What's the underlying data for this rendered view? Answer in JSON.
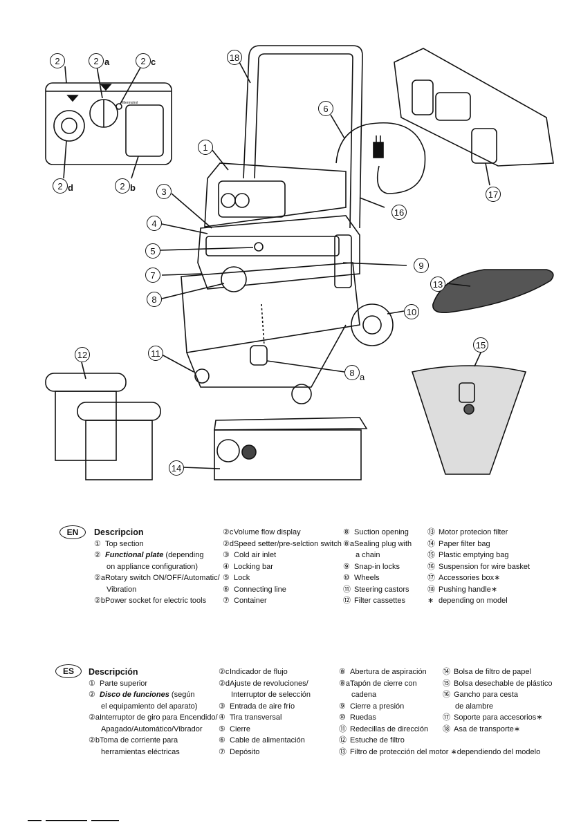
{
  "callouts": {
    "c2": "2",
    "c2a": "2",
    "c2c": "2",
    "c2d": "2",
    "c2b": "2",
    "c18": "18",
    "c6": "6",
    "c1": "1",
    "c3": "3",
    "c4": "4",
    "c5": "5",
    "c7": "7",
    "c8": "8",
    "c9": "9",
    "c16": "16",
    "c17": "17",
    "c13": "13",
    "c10": "10",
    "c12": "12",
    "c11": "11",
    "c8a": "8",
    "c15": "15",
    "c14": "14"
  },
  "suffix": {
    "a": "a",
    "c": "c",
    "d": "d",
    "b": "b",
    "a8": "a"
  },
  "panel_label": "filtermotrol",
  "en": {
    "badge": "EN",
    "title": "Descripcion",
    "col1": [
      {
        "n": "①",
        "t": "Top section"
      },
      {
        "n": "②",
        "em": "Functional plate",
        "t": " (depending"
      },
      {
        "n": "",
        "t": "on appliance configuration)"
      },
      {
        "n": "②a",
        "t": "Rotary switch ON/OFF/Automatic/"
      },
      {
        "n": "",
        "t": "Vibration"
      },
      {
        "n": "②b",
        "t": "Power socket for electric tools"
      }
    ],
    "col2": [
      {
        "n": "②c",
        "t": "Volume flow display"
      },
      {
        "n": "②d",
        "t": "Speed setter/pre-selction switch"
      },
      {
        "n": "③",
        "t": "Cold air inlet"
      },
      {
        "n": "④",
        "t": "Locking bar"
      },
      {
        "n": "⑤",
        "t": "Lock"
      },
      {
        "n": "⑥",
        "t": "Connecting line"
      },
      {
        "n": "⑦",
        "t": "Container"
      }
    ],
    "col3": [
      {
        "n": "⑧",
        "t": "Suction opening"
      },
      {
        "n": "⑧a",
        "t": "Sealing plug with"
      },
      {
        "n": "",
        "t": "a chain"
      },
      {
        "n": "⑨",
        "t": "Snap-in locks"
      },
      {
        "n": "⑩",
        "t": "Wheels"
      },
      {
        "n": "⑪",
        "t": "Steering castors"
      },
      {
        "n": "⑫",
        "t": "Filter cassettes"
      }
    ],
    "col4": [
      {
        "n": "⑬",
        "t": "Motor protecion filter"
      },
      {
        "n": "⑭",
        "t": "Paper filter bag"
      },
      {
        "n": "⑮",
        "t": "Plastic emptying bag"
      },
      {
        "n": "⑯",
        "t": "Suspension for wire basket"
      },
      {
        "n": "⑰",
        "t": "Accessories box∗"
      },
      {
        "n": "⑱",
        "t": "Pushing handle∗"
      },
      {
        "n": "∗",
        "t": "depending on model"
      }
    ]
  },
  "es": {
    "badge": "ES",
    "title": "Descripción",
    "col1": [
      {
        "n": "①",
        "t": "Parte superior"
      },
      {
        "n": "②",
        "em": "Disco de funciones",
        "t": " (según"
      },
      {
        "n": "",
        "t": "el equipamiento del aparato)"
      },
      {
        "n": "②a",
        "t": "Interruptor de giro para Encendido/"
      },
      {
        "n": "",
        "t": "Apagado/Automático/Vibrador"
      },
      {
        "n": "②b",
        "t": "Toma de corriente para"
      },
      {
        "n": "",
        "t": "herramientas eléctricas"
      }
    ],
    "col2": [
      {
        "n": "②c",
        "t": "Indicador de flujo"
      },
      {
        "n": "②d",
        "t": "Ajuste de revoluciones/"
      },
      {
        "n": "",
        "t": "Interruptor de selección"
      },
      {
        "n": "③",
        "t": "Entrada de aire frío"
      },
      {
        "n": "④",
        "t": "Tira transversal"
      },
      {
        "n": "⑤",
        "t": "Cierre"
      },
      {
        "n": "⑥",
        "t": "Cable de alimentación"
      },
      {
        "n": "⑦",
        "t": "Depósito"
      }
    ],
    "col3": [
      {
        "n": "⑧",
        "t": "Abertura de aspiración"
      },
      {
        "n": "⑧a",
        "t": "Tapón de cierre con"
      },
      {
        "n": "",
        "t": "cadena"
      },
      {
        "n": "⑨",
        "t": "Cierre a presión"
      },
      {
        "n": "⑩",
        "t": "Ruedas"
      },
      {
        "n": "⑪",
        "t": "Redecillas de dirección"
      },
      {
        "n": "⑫",
        "t": "Estuche de filtro"
      },
      {
        "n": "⑬",
        "t": "Filtro de protección del motor ∗dependiendo del modelo"
      }
    ],
    "col4": [
      {
        "n": "⑭",
        "t": "Bolsa de filtro de papel"
      },
      {
        "n": "⑮",
        "t": "Bolsa desechable de plástico"
      },
      {
        "n": "⑯",
        "t": "Gancho para cesta"
      },
      {
        "n": "",
        "t": "de alambre"
      },
      {
        "n": "⑰",
        "t": "Soporte para accesorios∗"
      },
      {
        "n": "⑱",
        "t": "Asa de transporte∗"
      }
    ]
  }
}
